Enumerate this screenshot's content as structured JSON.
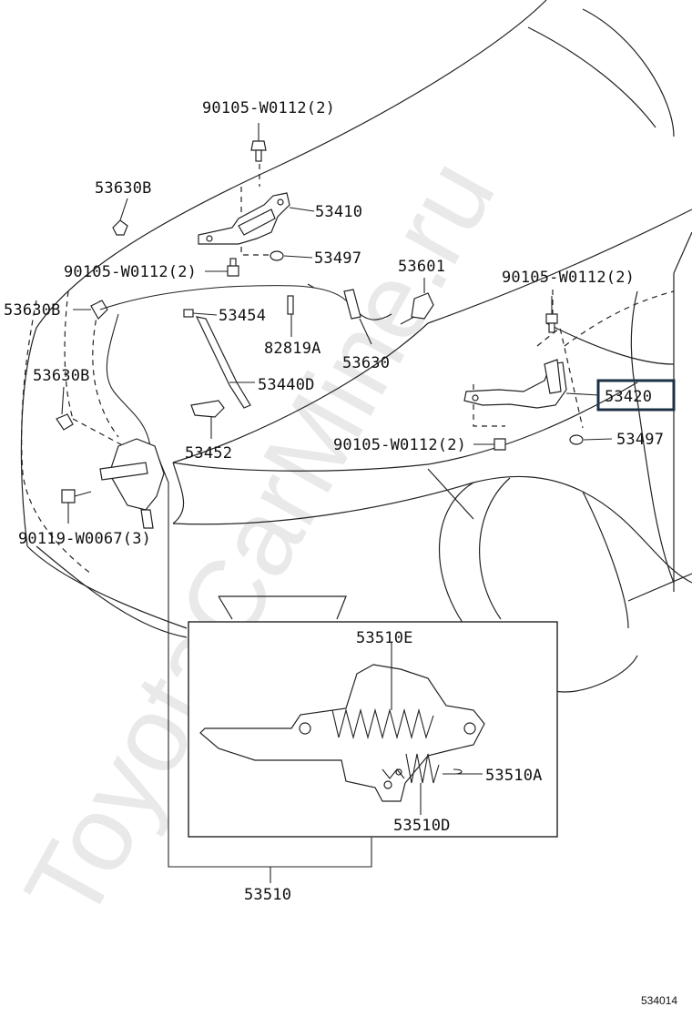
{
  "diagram": {
    "watermark": "ToyotaCarMine.ru",
    "figure_code": "534014",
    "highlighted_part": "53420",
    "labels": {
      "bolt_top": "90105-W0112(2)",
      "hinge_lh": "53410",
      "cushion_lh": "53497",
      "cable_clamp_top": "53630B",
      "bolt_left": "90105-W0112(2)",
      "clamp_left_1": "53630B",
      "clamp_left_2": "53630B",
      "rod_clip": "53454",
      "stay_rod": "53440D",
      "stay_holder": "53452",
      "grommet": "82819A",
      "cable": "53630",
      "lever": "53601",
      "bolt_right": "90105-W0112(2)",
      "hinge_rh": "53420",
      "cushion_rh": "53497",
      "bolt_bottom": "90105-W0112(2)",
      "bolt_lock": "90119-W0067(3)",
      "spring_e": "53510E",
      "spring_a": "53510A",
      "spring_d": "53510D",
      "lock_assy": "53510"
    }
  }
}
